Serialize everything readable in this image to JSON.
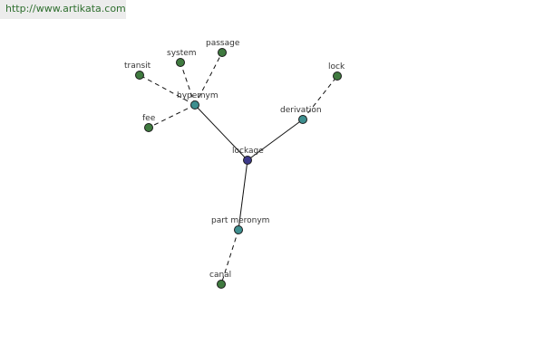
{
  "source_url": "http://www.artikata.com",
  "colors": {
    "root": "#3d3a8a",
    "relation": "#3e8f8f",
    "leaf": "#3f7a3f",
    "edge": "#111111",
    "node_stroke": "#1a1a1a",
    "banner_bg": "#ececec",
    "banner_text": "#2f6f2f"
  },
  "graph": {
    "root": {
      "label": "lockage",
      "kind": "root"
    },
    "relations": [
      {
        "id": "hypernym",
        "label": "hypernym",
        "kind": "relation",
        "children": [
          "transit",
          "system",
          "passage",
          "fee"
        ]
      },
      {
        "id": "derivation",
        "label": "derivation",
        "kind": "relation",
        "children": [
          "lock"
        ]
      },
      {
        "id": "part-meronym",
        "label": "part meronym",
        "kind": "relation",
        "children": [
          "canal"
        ]
      }
    ],
    "leaves": [
      {
        "id": "transit",
        "label": "transit",
        "kind": "leaf"
      },
      {
        "id": "system",
        "label": "system",
        "kind": "leaf"
      },
      {
        "id": "passage",
        "label": "passage",
        "kind": "leaf"
      },
      {
        "id": "fee",
        "label": "fee",
        "kind": "leaf"
      },
      {
        "id": "lock",
        "label": "lock",
        "kind": "leaf"
      },
      {
        "id": "canal",
        "label": "canal",
        "kind": "leaf"
      }
    ]
  }
}
